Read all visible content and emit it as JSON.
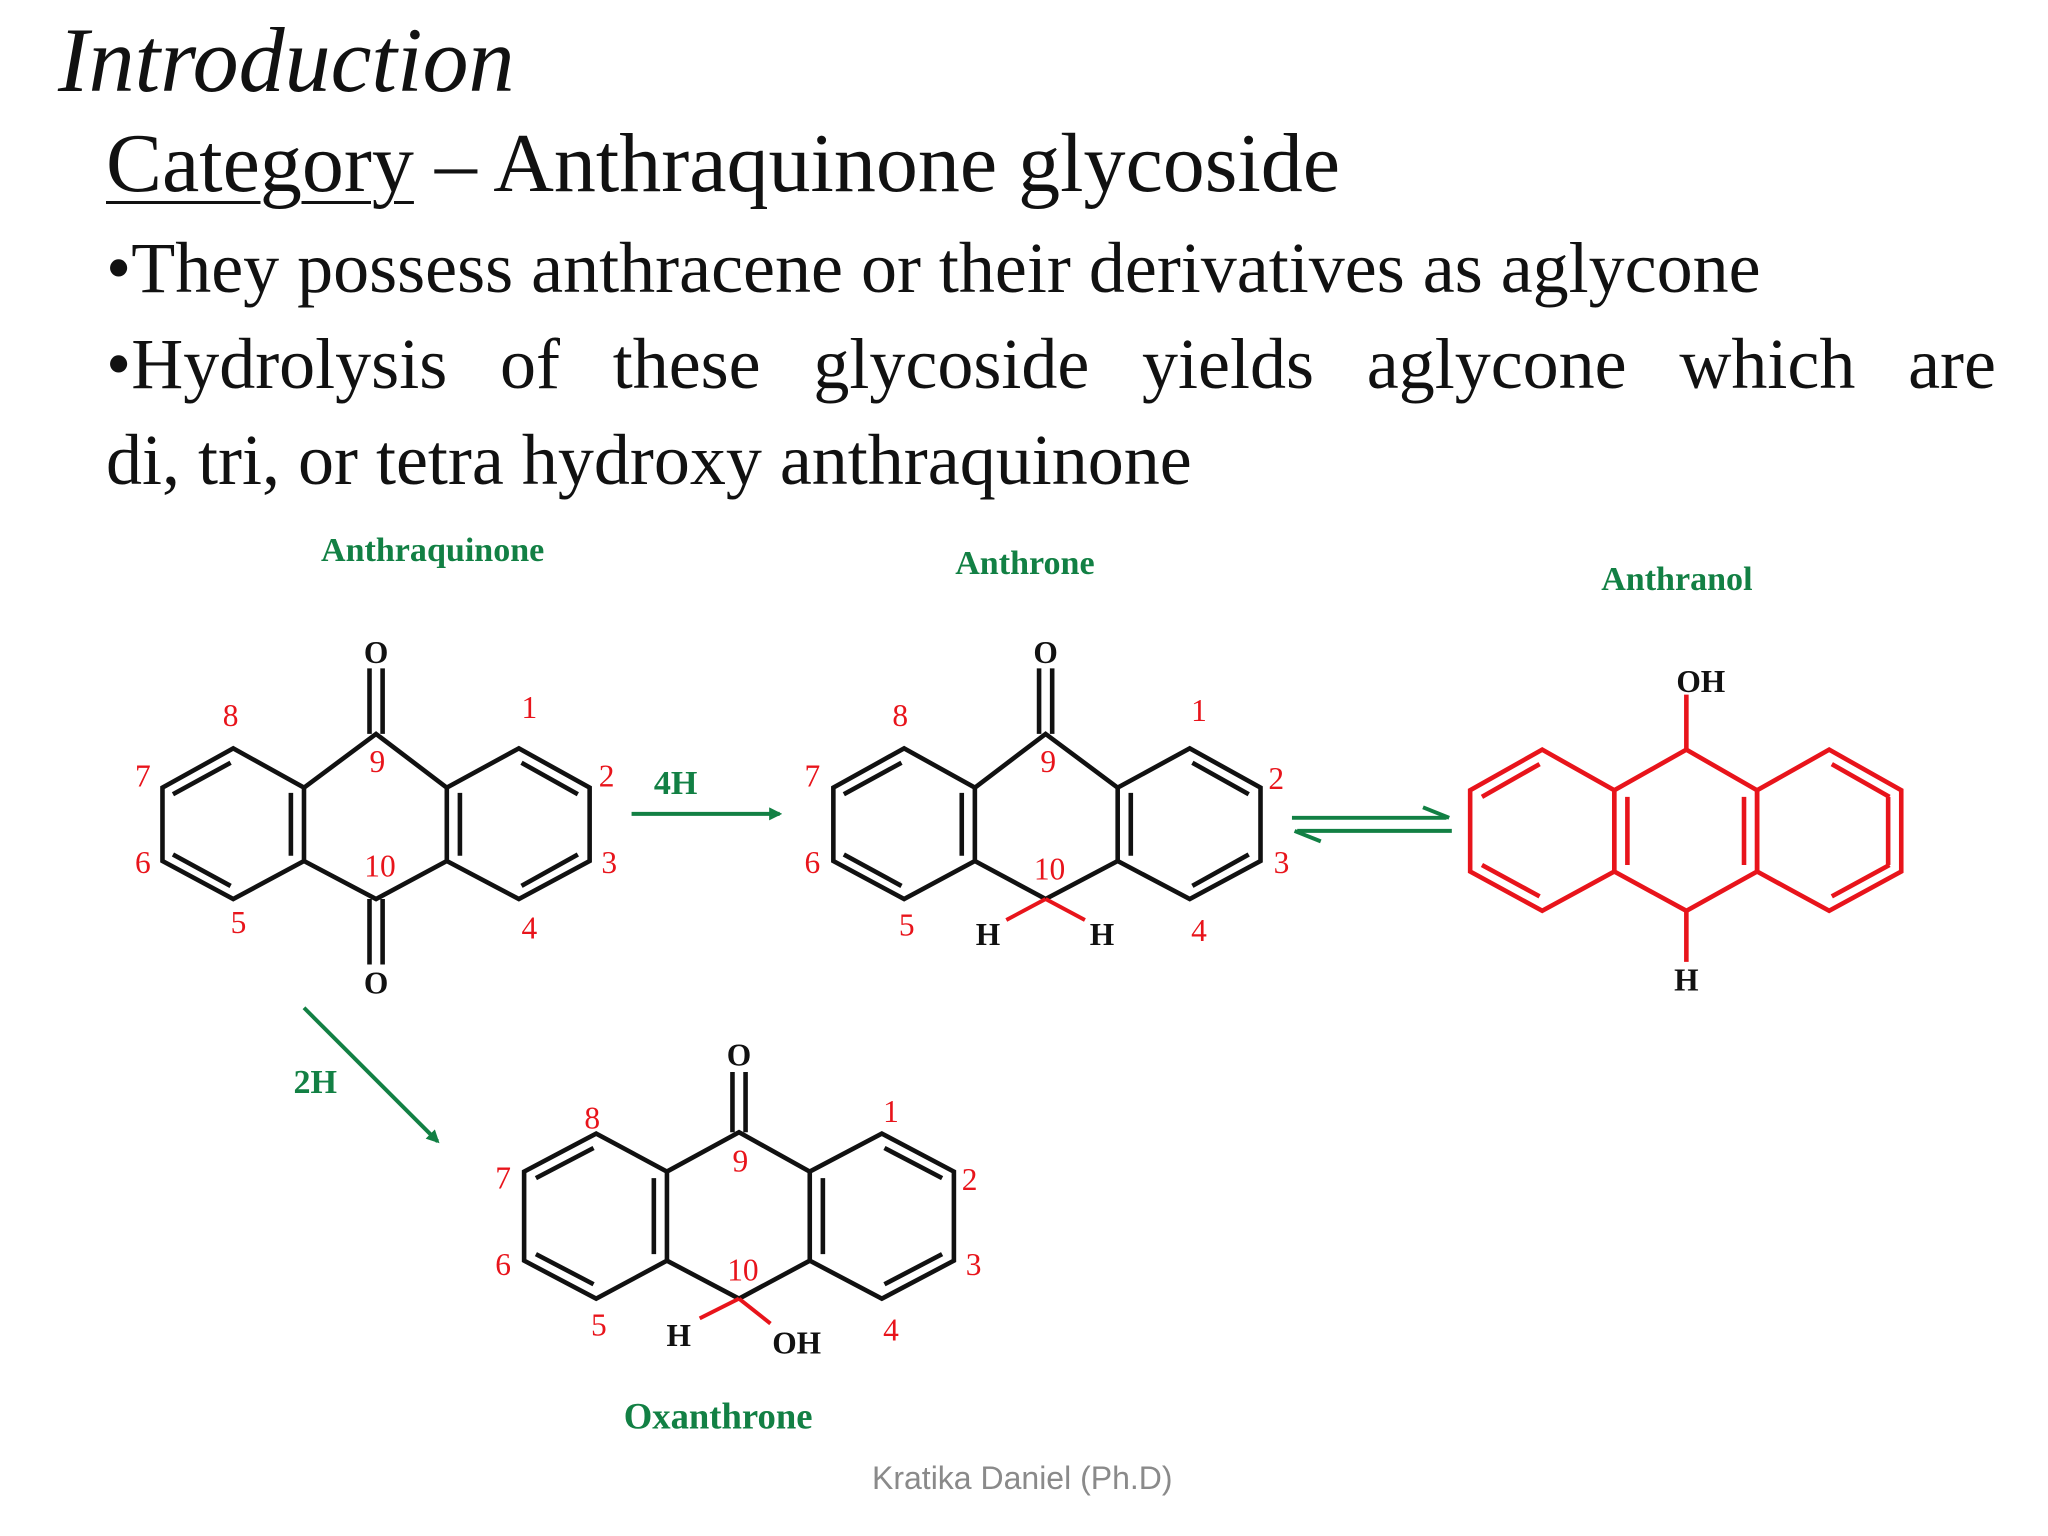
{
  "slide": {
    "title": "Introduction",
    "heading_label": "Category",
    "heading_rest": " – Anthraquinone glycoside",
    "bullet1": "•They possess anthracene or their derivatives as aglycone",
    "bullet2_words": [
      "•Hydrolysis",
      "of",
      "these",
      "glycoside",
      "yields",
      "aglycone",
      "which",
      "are"
    ],
    "bullet3": "di, tri, or tetra hydroxy anthraquinone",
    "footer": "Kratika Daniel (Ph.D)"
  },
  "colors": {
    "label_green": "#128044",
    "number_red": "#e8141b",
    "bond_black": "#111111",
    "anthranol_red": "#e8141b",
    "arrow_green": "#128044"
  },
  "structures": {
    "anthraquinone": {
      "name": "Anthraquinone",
      "atoms": {
        "top_o": "O",
        "bottom_o": "O"
      },
      "numbers": {
        "n1": "1",
        "n2": "2",
        "n3": "3",
        "n4": "4",
        "n5": "5",
        "n6": "6",
        "n7": "7",
        "n8": "8",
        "n9": "9",
        "n10": "10"
      }
    },
    "anthrone": {
      "name": "Anthrone",
      "atoms": {
        "top_o": "O",
        "h_left": "H",
        "h_right": "H"
      },
      "numbers": {
        "n1": "1",
        "n2": "2",
        "n3": "3",
        "n4": "4",
        "n5": "5",
        "n6": "6",
        "n7": "7",
        "n8": "8",
        "n9": "9",
        "n10": "10"
      }
    },
    "anthranol": {
      "name": "Anthranol",
      "atoms": {
        "top_oh": "OH",
        "bottom_h": "H"
      }
    },
    "oxanthrone": {
      "name": "Oxanthrone",
      "atoms": {
        "top_o": "O",
        "h_left": "H",
        "oh_right": "OH"
      },
      "numbers": {
        "n1": "1",
        "n2": "2",
        "n3": "3",
        "n4": "4",
        "n5": "5",
        "n6": "6",
        "n7": "7",
        "n8": "8",
        "n9": "9",
        "n10": "10"
      }
    }
  },
  "arrows": {
    "anthraquinone_to_anthrone": "4H",
    "anthraquinone_to_oxanthrone": "2H",
    "anthrone_anthranol": "equilibrium"
  }
}
